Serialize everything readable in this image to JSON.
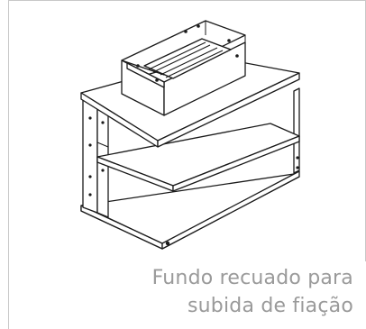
{
  "caption": {
    "line1": "Fundo recuado para",
    "line2": "subida de fiação"
  },
  "illustration": {
    "subject": "cabinet-with-shelf-and-cable-tray",
    "stroke_color": "#1a1a1a",
    "fill_color": "#ffffff"
  },
  "colors": {
    "frame": "#c8c8c8",
    "caption_text": "#9a9a9a",
    "background": "#ffffff"
  }
}
